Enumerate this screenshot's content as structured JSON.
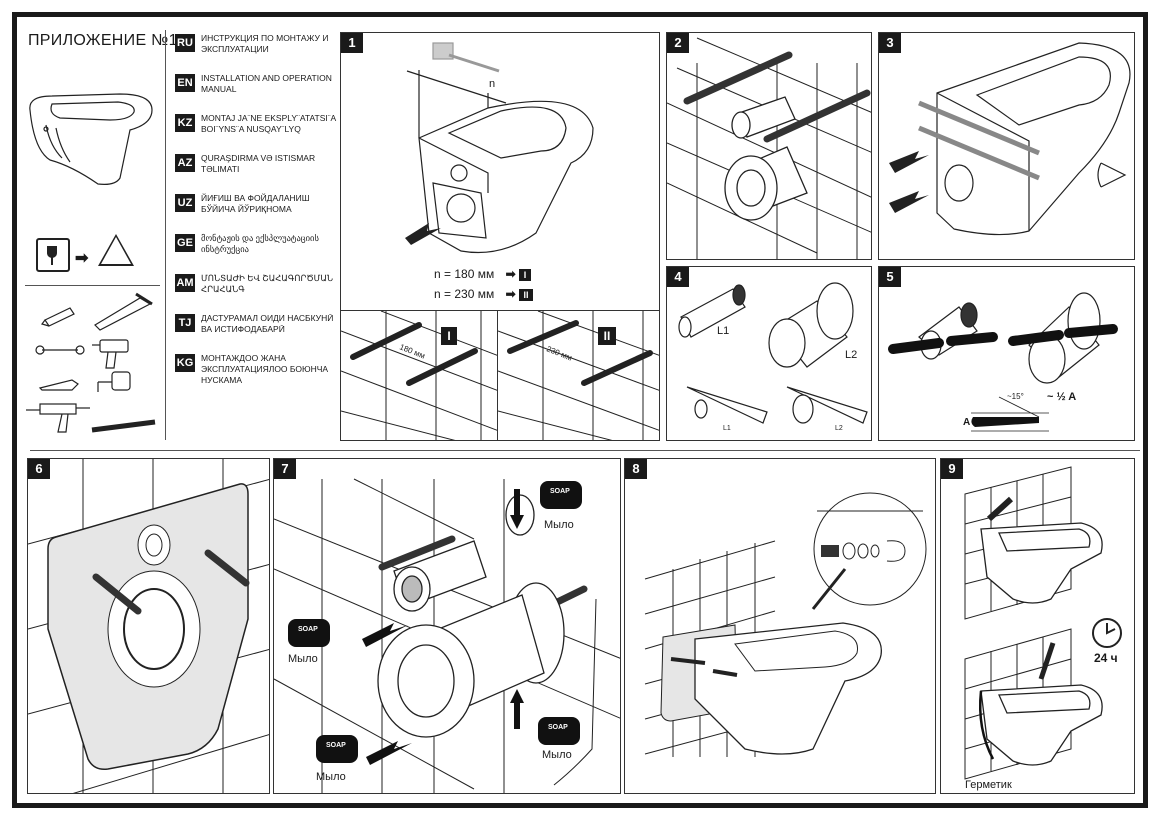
{
  "header": {
    "title": "ПРИЛОЖЕНИЕ №1"
  },
  "languages": [
    {
      "code": "RU",
      "text": "Инструкция по монтажу и эксплуатации"
    },
    {
      "code": "EN",
      "text": "Installation and operation manual"
    },
    {
      "code": "KZ",
      "text": "Montaj ja¨ne eksply¨atatsi¨a boi¨yns¨a nusqay¨lyq"
    },
    {
      "code": "AZ",
      "text": "Quraşdirma və istismar təlimati"
    },
    {
      "code": "UZ",
      "text": "Йиғиш ва фойдаланиш бўйича йўриқнома"
    },
    {
      "code": "GE",
      "text": "მონტაჟის და ექსპლუატაციის ინსტრუქცია"
    },
    {
      "code": "AM",
      "text": "ՄՈՆՏԱԺԻ ԵՎ ՇԱՀԱԳՈՐԾՄԱՆ ՀՐԱՀԱՆԳ"
    },
    {
      "code": "TJ",
      "text": "Дастурамал оиди насбкунӣ ва истифодабарӣ"
    },
    {
      "code": "KG",
      "text": "Монтаждоо жана эксплуатациялоо боюнча нускама"
    }
  ],
  "steps": [
    {
      "number": "1",
      "lines": [
        {
          "text": "n = 180 мм",
          "variant": "I"
        },
        {
          "text": "n = 230 мм",
          "variant": "II"
        }
      ],
      "dimension_label": "n"
    },
    {
      "number": "2"
    },
    {
      "number": "3"
    },
    {
      "number": "4",
      "labels": [
        "L1",
        "L2",
        "L1",
        "L2"
      ]
    },
    {
      "number": "5",
      "labels": {
        "angle": "~15°",
        "half": "~ ½ A",
        "a": "A"
      }
    },
    {
      "number": "6"
    },
    {
      "number": "7",
      "soap_label": "SOAP",
      "soap_caption": "Мыло"
    },
    {
      "number": "8"
    },
    {
      "number": "9",
      "time": "24 ч",
      "sealant_label": "Герметик"
    }
  ],
  "sub_variants": [
    {
      "roman": "I",
      "distance": "180 мм"
    },
    {
      "roman": "II",
      "distance": "230 мм"
    }
  ],
  "tools": [
    "pencil-icon",
    "saw-icon",
    "wrench-icon",
    "drill-icon",
    "utility-knife-icon",
    "tape-measure-icon",
    "caulk-gun-icon",
    "file-icon"
  ],
  "warning": {
    "from": "fragile-icon",
    "to": "cut-hazard-icon"
  }
}
